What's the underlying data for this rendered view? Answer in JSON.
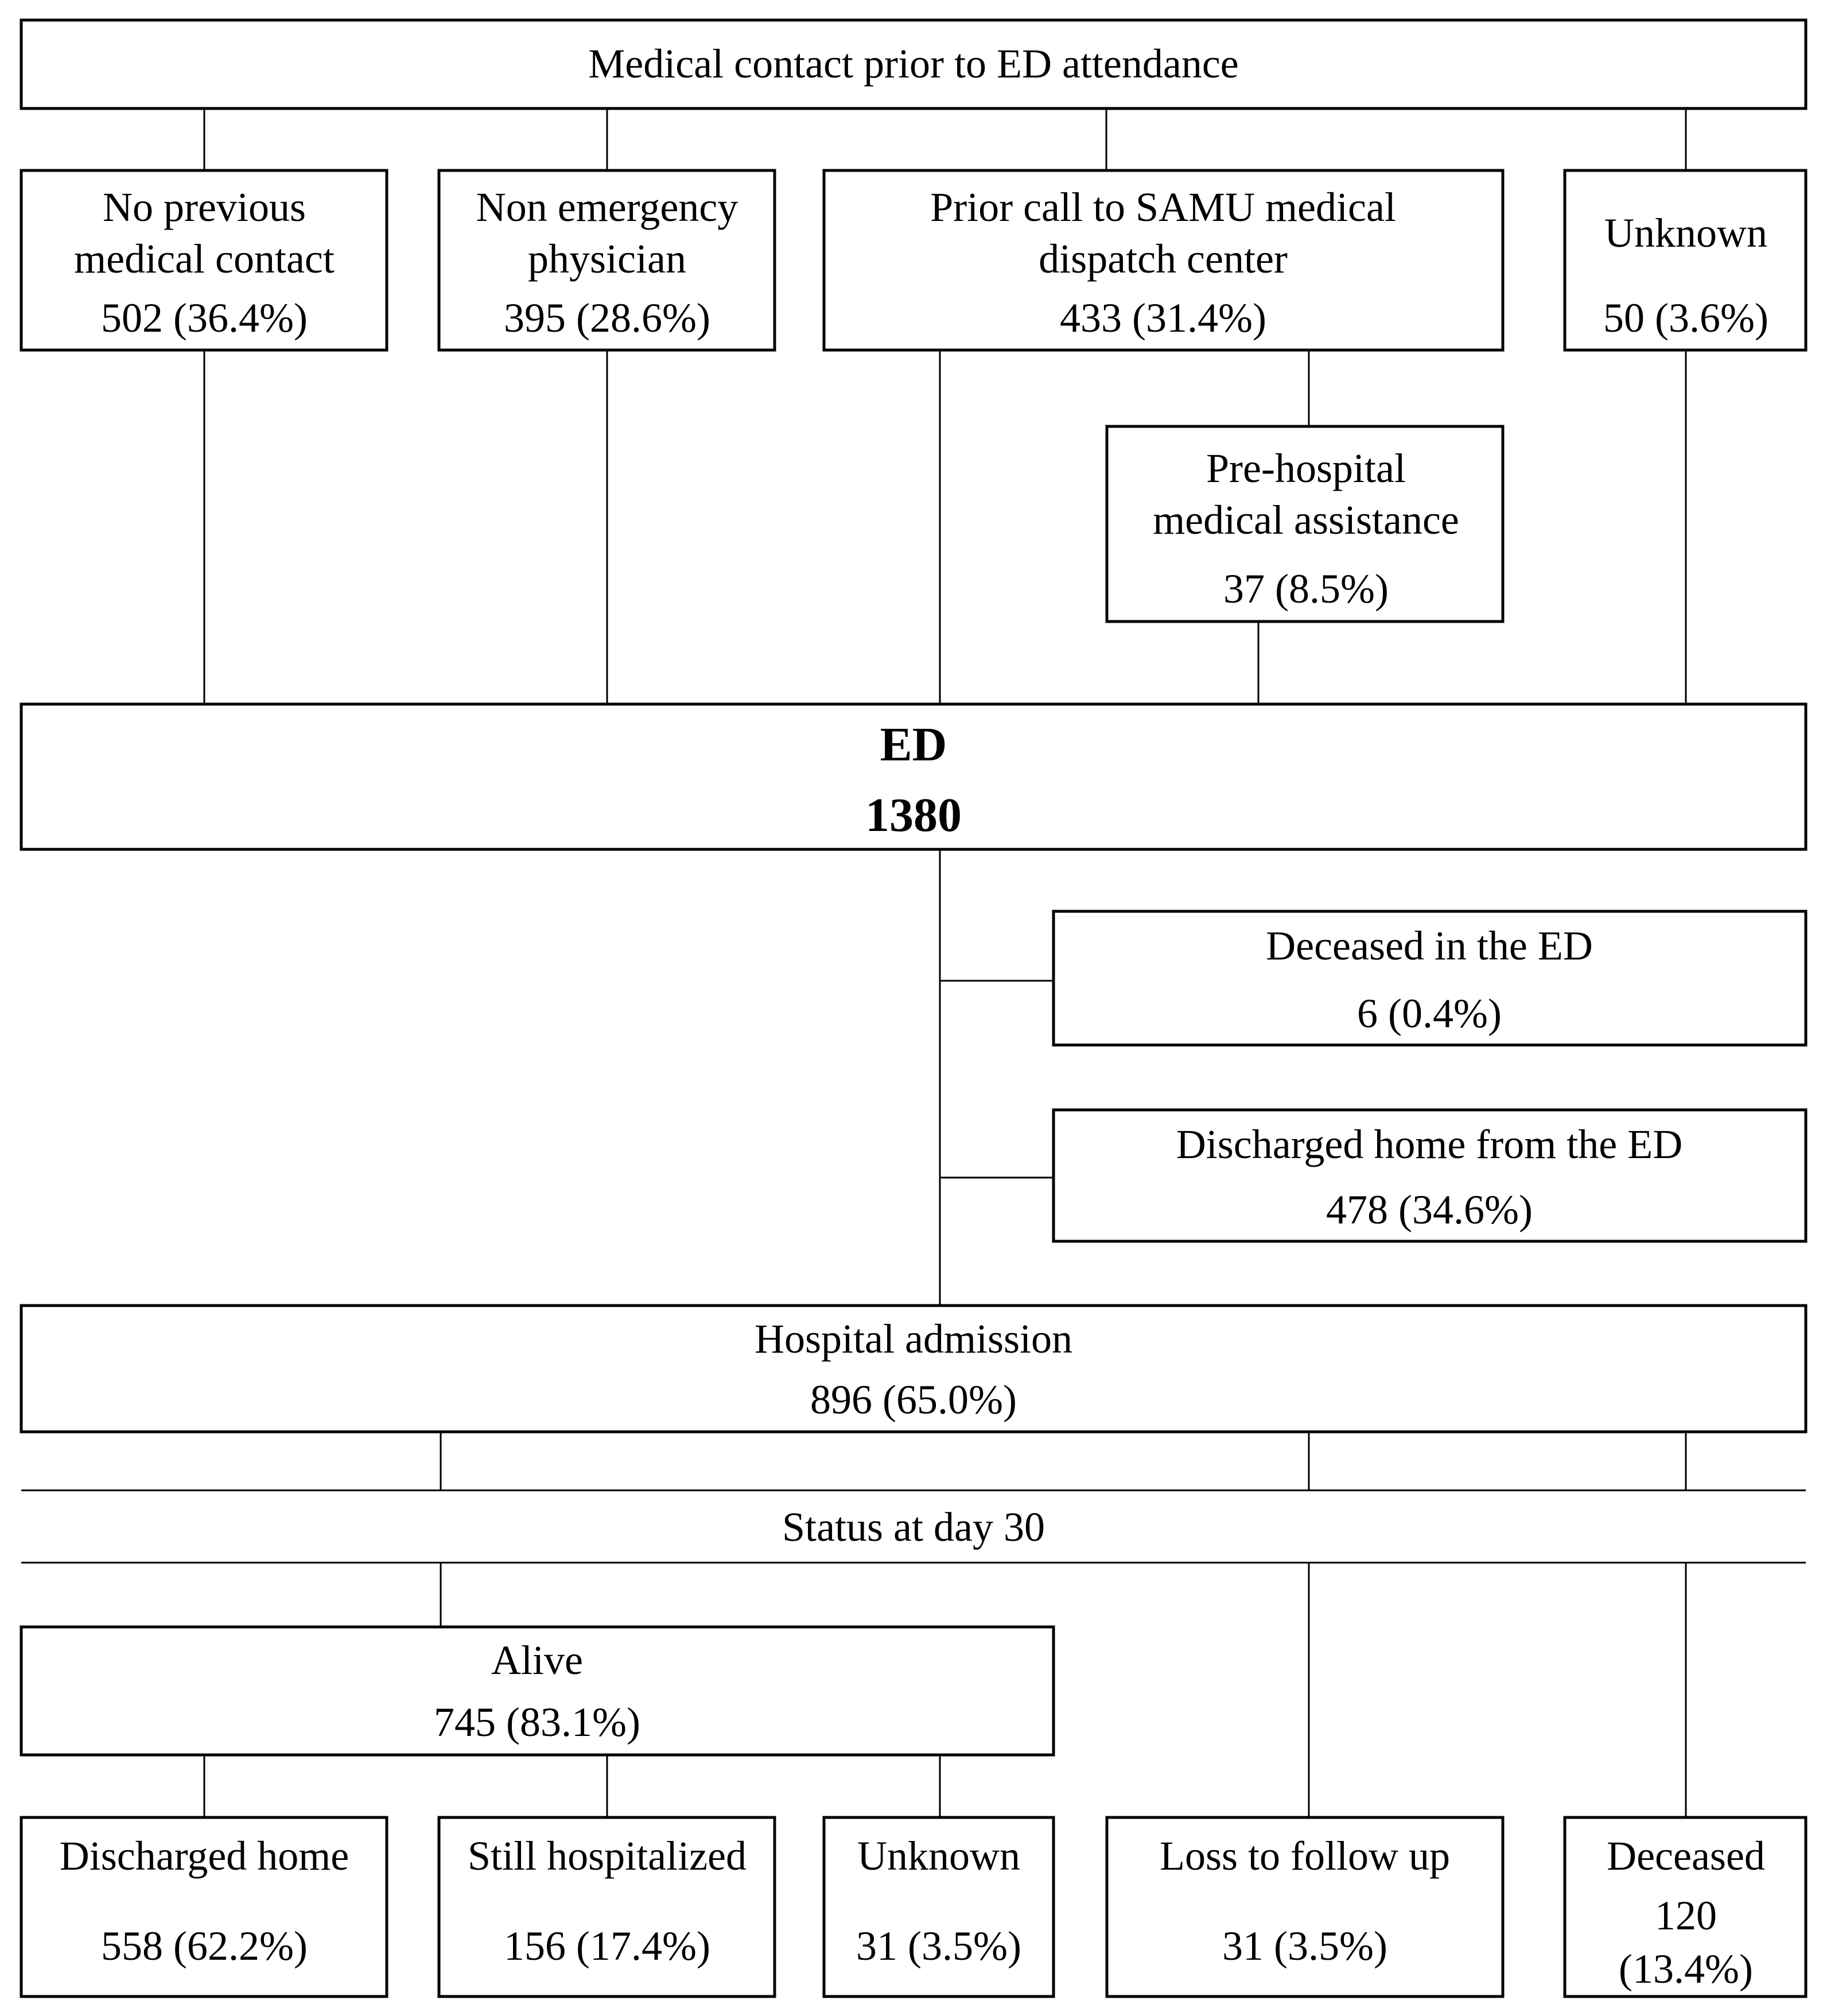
{
  "top": {
    "title": "Medical contact prior to ED attendance"
  },
  "contacts": {
    "no_previous": {
      "line1": "No previous",
      "line2": "medical contact",
      "value": "502 (36.4%)"
    },
    "non_emergency": {
      "line1": "Non emergency",
      "line2": "physician",
      "value": "395 (28.6%)"
    },
    "samu": {
      "line1": "Prior call to SAMU medical",
      "line2": "dispatch center",
      "value": "433 (31.4%)"
    },
    "unknown": {
      "line1": "Unknown",
      "value": "50 (3.6%)"
    },
    "prehospital": {
      "line1": "Pre-hospital",
      "line2": "medical assistance",
      "value": "37 (8.5%)"
    }
  },
  "ed": {
    "title": "ED",
    "value": "1380"
  },
  "ed_outcomes": {
    "deceased": {
      "label": "Deceased in the ED",
      "value": "6 (0.4%)"
    },
    "discharged": {
      "label": "Discharged home from the ED",
      "value": "478 (34.6%)"
    }
  },
  "admission": {
    "label": "Hospital admission",
    "value": "896 (65.0%)"
  },
  "status_header": "Status at day 30",
  "alive": {
    "label": "Alive",
    "value": "745 (83.1%)"
  },
  "outcomes": {
    "discharged_home": {
      "label": "Discharged home",
      "value": "558 (62.2%)"
    },
    "still_hospitalized": {
      "label": "Still hospitalized",
      "value": "156 (17.4%)"
    },
    "unknown": {
      "label": "Unknown",
      "value": "31 (3.5%)"
    },
    "loss": {
      "label": "Loss to follow up",
      "value": "31 (3.5%)"
    },
    "deceased": {
      "label": "Deceased",
      "value1": "120",
      "value2": "(13.4%)"
    }
  }
}
